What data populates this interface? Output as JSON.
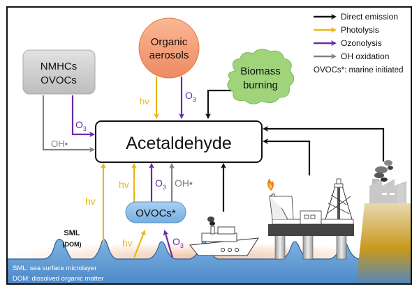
{
  "legend": {
    "items": [
      {
        "label": "Direct emission",
        "color": "#111111"
      },
      {
        "label": "Photolysis",
        "color": "#e8b818"
      },
      {
        "label": "Ozonolysis",
        "color": "#6a2aa8"
      },
      {
        "label": "OH oxidation",
        "color": "#808080"
      }
    ],
    "note": "OVOCs*: marine initiated"
  },
  "nodes": {
    "center": "Acetaldehyde",
    "nmhcs_line1": "NMHCs",
    "nmhcs_line2": "OVOCs",
    "organic_line1": "Organic",
    "organic_line2": "aerosols",
    "biomass_line1": "Biomass",
    "biomass_line2": "burning",
    "marine_ovocs": "OVOCs*",
    "sml": "SML",
    "dom": "(DOM)"
  },
  "arrow_labels": {
    "hv": "hv",
    "o3": "O",
    "o3_sub": "3",
    "oh": "OH•"
  },
  "footnote": {
    "sml": "SML: sea surface microlayer",
    "dom": "DOM: dissolved organic matter"
  },
  "colors": {
    "direct": "#111111",
    "photolysis": "#e8b818",
    "ozonolysis": "#6a2aa8",
    "oh": "#808080",
    "sea": "#5b9bd5",
    "organic_aerosol": "#f4a07a",
    "biomass": "#9fd47a",
    "nmhcs_box": "#cfcfcf",
    "ovocs_marine": "#8fbde8"
  }
}
